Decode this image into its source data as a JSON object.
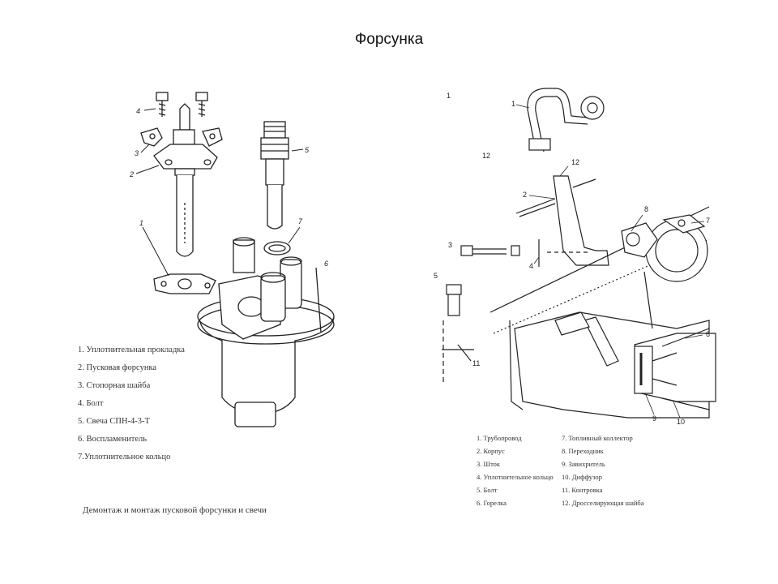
{
  "slide": {
    "title": "Форсунка"
  },
  "left_diagram": {
    "callouts": [
      "1",
      "2",
      "3",
      "4",
      "5",
      "6",
      "7"
    ],
    "legend": [
      "1. Уплотнительная прокладка",
      "2. Пусковая форсунка",
      "3. Стопорная шайба",
      "4. Болт",
      "5. Свеча СПН-4-3-Т",
      "6. Воспламенитель",
      "7.Уплотнительное кольцо"
    ],
    "caption": "Демонтаж и монтаж пусковой форсунки и свечи"
  },
  "right_diagram": {
    "callouts": [
      "1",
      "1",
      "2",
      "3",
      "4",
      "5",
      "6",
      "7",
      "8",
      "9",
      "10",
      "11",
      "12",
      "12"
    ],
    "legend_col1": [
      "1. Трубопровод",
      "2. Корпус",
      "3. Шток",
      "4. Уплотнительное кольцо",
      "5. Болт",
      "6. Горелка"
    ],
    "legend_col2": [
      "7. Топливный коллектор",
      "8. Переходник",
      "9. Завихритель",
      "10. Диффузор",
      "11. Контровка",
      "12. Дросселирующая шайба"
    ]
  }
}
